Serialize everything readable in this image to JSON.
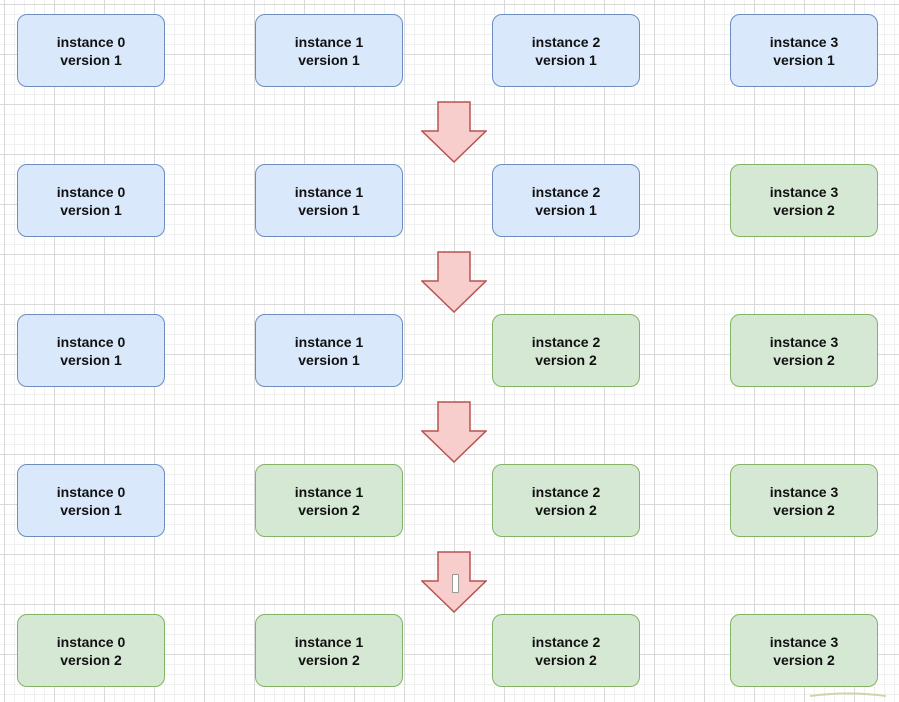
{
  "stages": [
    {
      "instances": [
        {
          "instance": "instance 0",
          "version": "version 1",
          "state": "v1"
        },
        {
          "instance": "instance 1",
          "version": "version 1",
          "state": "v1"
        },
        {
          "instance": "instance 2",
          "version": "version 1",
          "state": "v1"
        },
        {
          "instance": "instance 3",
          "version": "version 1",
          "state": "v1"
        }
      ]
    },
    {
      "instances": [
        {
          "instance": "instance 0",
          "version": "version 1",
          "state": "v1"
        },
        {
          "instance": "instance 1",
          "version": "version 1",
          "state": "v1"
        },
        {
          "instance": "instance 2",
          "version": "version 1",
          "state": "v1"
        },
        {
          "instance": "instance 3",
          "version": "version 2",
          "state": "v2"
        }
      ]
    },
    {
      "instances": [
        {
          "instance": "instance 0",
          "version": "version 1",
          "state": "v1"
        },
        {
          "instance": "instance 1",
          "version": "version 1",
          "state": "v1"
        },
        {
          "instance": "instance 2",
          "version": "version 2",
          "state": "v2"
        },
        {
          "instance": "instance 3",
          "version": "version 2",
          "state": "v2"
        }
      ]
    },
    {
      "instances": [
        {
          "instance": "instance 0",
          "version": "version 1",
          "state": "v1"
        },
        {
          "instance": "instance 1",
          "version": "version 2",
          "state": "v2"
        },
        {
          "instance": "instance 2",
          "version": "version 2",
          "state": "v2"
        },
        {
          "instance": "instance 3",
          "version": "version 2",
          "state": "v2"
        }
      ]
    },
    {
      "instances": [
        {
          "instance": "instance 0",
          "version": "version 2",
          "state": "v2"
        },
        {
          "instance": "instance 1",
          "version": "version 2",
          "state": "v2"
        },
        {
          "instance": "instance 2",
          "version": "version 2",
          "state": "v2"
        },
        {
          "instance": "instance 3",
          "version": "version 2",
          "state": "v2"
        }
      ]
    }
  ],
  "arrow_count": 4,
  "colors": {
    "version_1_fill": "#dae8fc",
    "version_1_stroke": "#6c8ebf",
    "version_2_fill": "#d5e8d4",
    "version_2_stroke": "#82b366",
    "arrow_fill": "#f8cecc",
    "arrow_stroke": "#b85450"
  },
  "icons": {
    "arrow": "arrow-down-icon",
    "cursor": "text-cursor-icon"
  }
}
